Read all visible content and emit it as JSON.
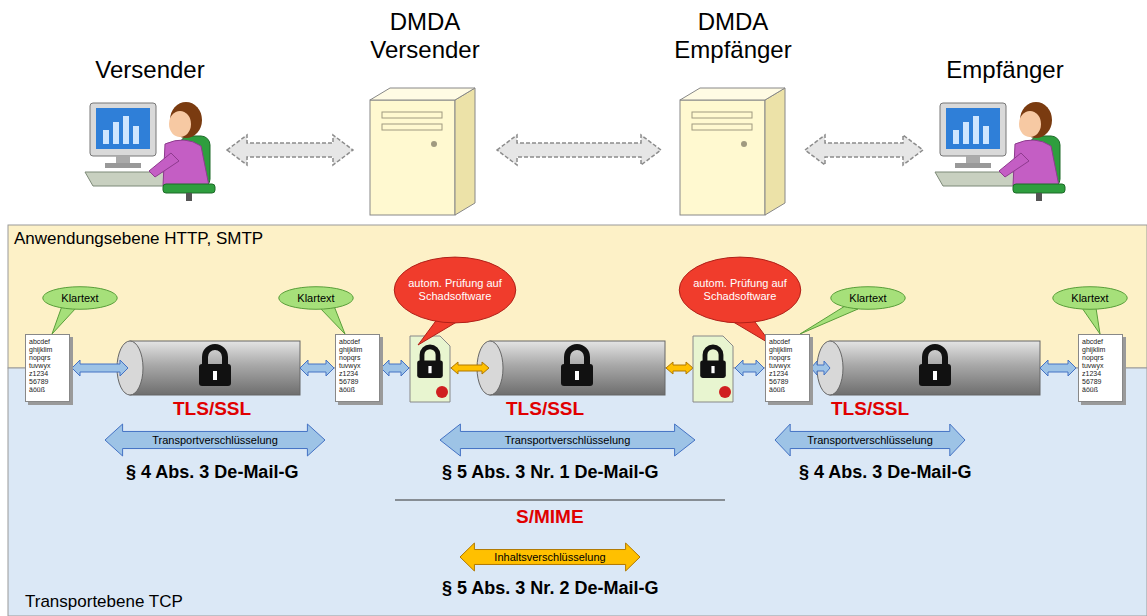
{
  "diagram": {
    "nodes": [
      {
        "text": [
          "Versender"
        ]
      },
      {
        "text": [
          "DMDA Versender"
        ]
      },
      {
        "text": [
          "DMDA Empfänger"
        ]
      },
      {
        "text": [
          "Empfänger"
        ]
      },
      {
        "text": [
          "Anwendungsebene HTTP, SMTP"
        ]
      },
      {
        "text": [
          "Klartext"
        ],
        "in": 4
      },
      {
        "text": [
          "Klartext"
        ],
        "in": 4
      },
      {
        "text": [
          "autom. Prüfung auf Schadsoftware"
        ],
        "in": 4
      },
      {
        "text": [
          "autom. Prüfung auf Schadsoftware"
        ],
        "in": 4
      },
      {
        "text": [
          "Klartext"
        ],
        "in": 4
      },
      {
        "text": [
          "Klartext"
        ],
        "in": 4
      },
      {
        "text": [
          "Transportebene TCP"
        ]
      },
      {
        "text": [
          "abcdef ghijklim nopqrs tuvwyx z1234 56789 äöüß"
        ]
      },
      {
        "text": [
          "abcdef ghijklim nopqrs tuvwyx z1234 56789 äöüß"
        ]
      },
      {
        "text": [
          "abcdef ghijklim nopqrs tuvwyx z1234 56789 äöüß"
        ]
      },
      {
        "text": [
          "abcdef ghijklim nopqrs tuvwyx z1234 56789 äöüß"
        ]
      },
      {
        "text": [
          "Transportverschlüsselung"
        ],
        "in": 11
      },
      {
        "text": [
          "Transportverschlüsselung"
        ],
        "in": 11
      },
      {
        "text": [
          "Transportverschlüsselung"
        ],
        "in": 11
      },
      {
        "text": [
          "Inhaltsverschlüsselung"
        ],
        "in": 11
      }
    ],
    "edges": [
      {
        "from": 0,
        "to": 1,
        "arrow": "both"
      },
      {
        "from": 1,
        "to": 2,
        "arrow": "both"
      },
      {
        "from": 2,
        "to": 3,
        "arrow": "both"
      }
    ],
    "labels": [
      "TLS/SSL",
      "TLS/SSL",
      "TLS/SSL",
      "§ 4 Abs. 3 De-Mail-G",
      "§ 5 Abs. 3 Nr. 1 De-Mail-G",
      "§ 4 Abs. 3 De-Mail-G",
      "S/MIME",
      "§ 5 Abs. 3 Nr. 2 De-Mail-G"
    ]
  }
}
